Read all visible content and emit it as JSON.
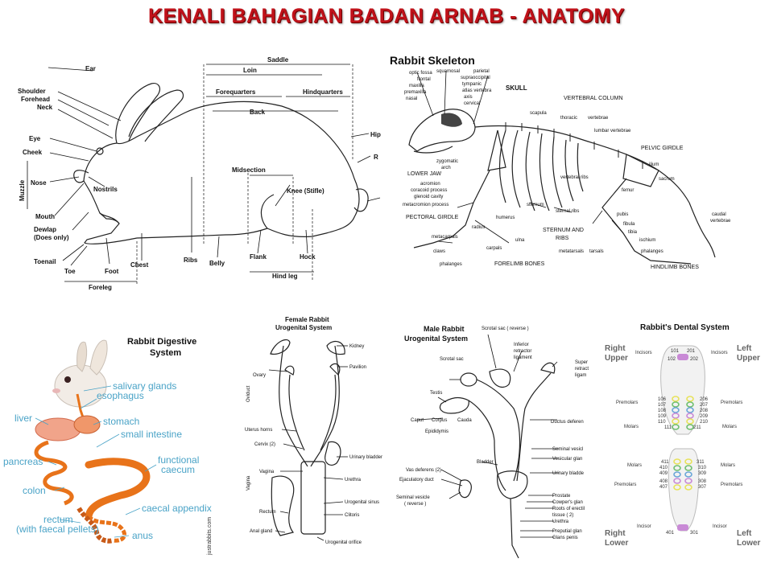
{
  "page": {
    "title": "KENALI BAHAGIAN BADAN ARNAB - ANATOMY",
    "title_color": "#c0121a"
  },
  "body_parts": {
    "labels": [
      "Ear",
      "Shoulder",
      "Forehead",
      "Neck",
      "Eye",
      "Cheek",
      "Muzzle",
      "Nose",
      "Nostrils",
      "Mouth",
      "Dewlap",
      "(Does only)",
      "Toenail",
      "Toe",
      "Foot",
      "Chest",
      "Foreleg",
      "Ribs",
      "Belly",
      "Saddle",
      "Loin",
      "Forequarters",
      "Hindquarters",
      "Back",
      "Midsection",
      "Knee (Stifle)",
      "Hip",
      "R",
      "Flank",
      "Hock",
      "Hind leg"
    ]
  },
  "skeleton": {
    "title": "Rabbit Skeleton",
    "labels": [
      "optic fossa",
      "squamosal",
      "parietal",
      "frontal",
      "supraoccipital",
      "maxilla",
      "tympanic",
      "premaxilla",
      "atlas vertebra",
      "nasal",
      "axis",
      "cervical",
      "SKULL",
      "VERTEBRAL COLUMN",
      "scapula",
      "thoracic",
      "vertebrae",
      "lumbar vertebrae",
      "zygomatic",
      "arch",
      "PELVIC GIRDLE",
      "LOWER JAW",
      "acromion",
      "vertebral ribs",
      "ilium",
      "coracoid process",
      "sacrum",
      "glenoid cavity",
      "sternum",
      "femur",
      "metacromion process",
      "sternal ribs",
      "PECTORAL GIRDLE",
      "humerus",
      "pubis",
      "caudal",
      "vertebrae",
      "radius",
      "STERNUM AND",
      "RIBS",
      "fibula",
      "metacarpals",
      "ulna",
      "tibia",
      "ischium",
      "carpals",
      "claws",
      "phalanges",
      "metatarsals",
      "tarsals",
      "phalanges",
      "FORELIMB BONES",
      "HINDLIMB BONES"
    ]
  },
  "digestive": {
    "title_line1": "Rabbit Digestive",
    "title_line2": "System",
    "label_color": "#4aa3c7",
    "organ_color": "#e8731a",
    "labels": [
      "salivary glands",
      "esophagus",
      "liver",
      "stomach",
      "small intestine",
      "pancreas",
      "functional",
      "caecum",
      "colon",
      "caecal appendix",
      "rectum",
      "(with faecal pellets)",
      "anus"
    ],
    "credit": "justrabbits.com"
  },
  "female": {
    "title_line1": "Female Rabbit",
    "title_line2": "Urogenital System",
    "labels": [
      "Kidney",
      "Ovary",
      "Pavilion",
      "Oviduct",
      "Uterus horns",
      "Cervix (2)",
      "Urinary bladder",
      "Vagina",
      "Urethra",
      "Urogenital sinus",
      "Rectum",
      "Clitoris",
      "Anal gland",
      "Urogenital orifice"
    ]
  },
  "male": {
    "title_line1": "Male Rabbit",
    "title_line2": "Urogenital System",
    "labels": [
      "Scrotal sac ( reverse )",
      "Inferior",
      "retractor",
      "ligament",
      "Scrotal sac",
      "Super",
      "retract",
      "ligam",
      "Testis",
      "Caput",
      "Corpus",
      "Cauda",
      "Epididymis",
      "Ductus deferen",
      "Seminal vesicl",
      "Vesicular glan",
      "Bladder",
      "Urinary bladde",
      "Vas deferens (2)",
      "Ejaculatory duct",
      "Seminal vesicle",
      "( reverse )",
      "Prostate",
      "Cowper's glan",
      "Roots of erectil",
      "tissue ( 2)",
      "Urethra",
      "Preputial glan",
      "Glans penis"
    ]
  },
  "dental": {
    "title": "Rabbit's Dental System",
    "upper_left": [
      "Right",
      "Upper"
    ],
    "upper_right": [
      "Left",
      "Upper"
    ],
    "lower_left": [
      "Right",
      "Lower"
    ],
    "lower_right": [
      "Left",
      "Lower"
    ],
    "labels": {
      "incisors": "Incisors",
      "premolars": "Premolars",
      "molars": "Molars",
      "incisor": "Incisor"
    },
    "upper_incisor_nums": [
      "101",
      "201",
      "102",
      "202"
    ],
    "upper_right_nums": [
      "106",
      "107",
      "108",
      "109",
      "110",
      "111"
    ],
    "upper_left_nums": [
      "206",
      "207",
      "208",
      "209",
      "210",
      "211"
    ],
    "lower_right_nums": [
      "411",
      "410",
      "409",
      "408",
      "407"
    ],
    "lower_left_nums": [
      "311",
      "310",
      "309",
      "308",
      "307"
    ],
    "lower_incisor_nums": [
      "401",
      "301"
    ],
    "tooth_colors": [
      "#e7e25a",
      "#6fbf6f",
      "#6aa6d8",
      "#c98ad6"
    ]
  }
}
